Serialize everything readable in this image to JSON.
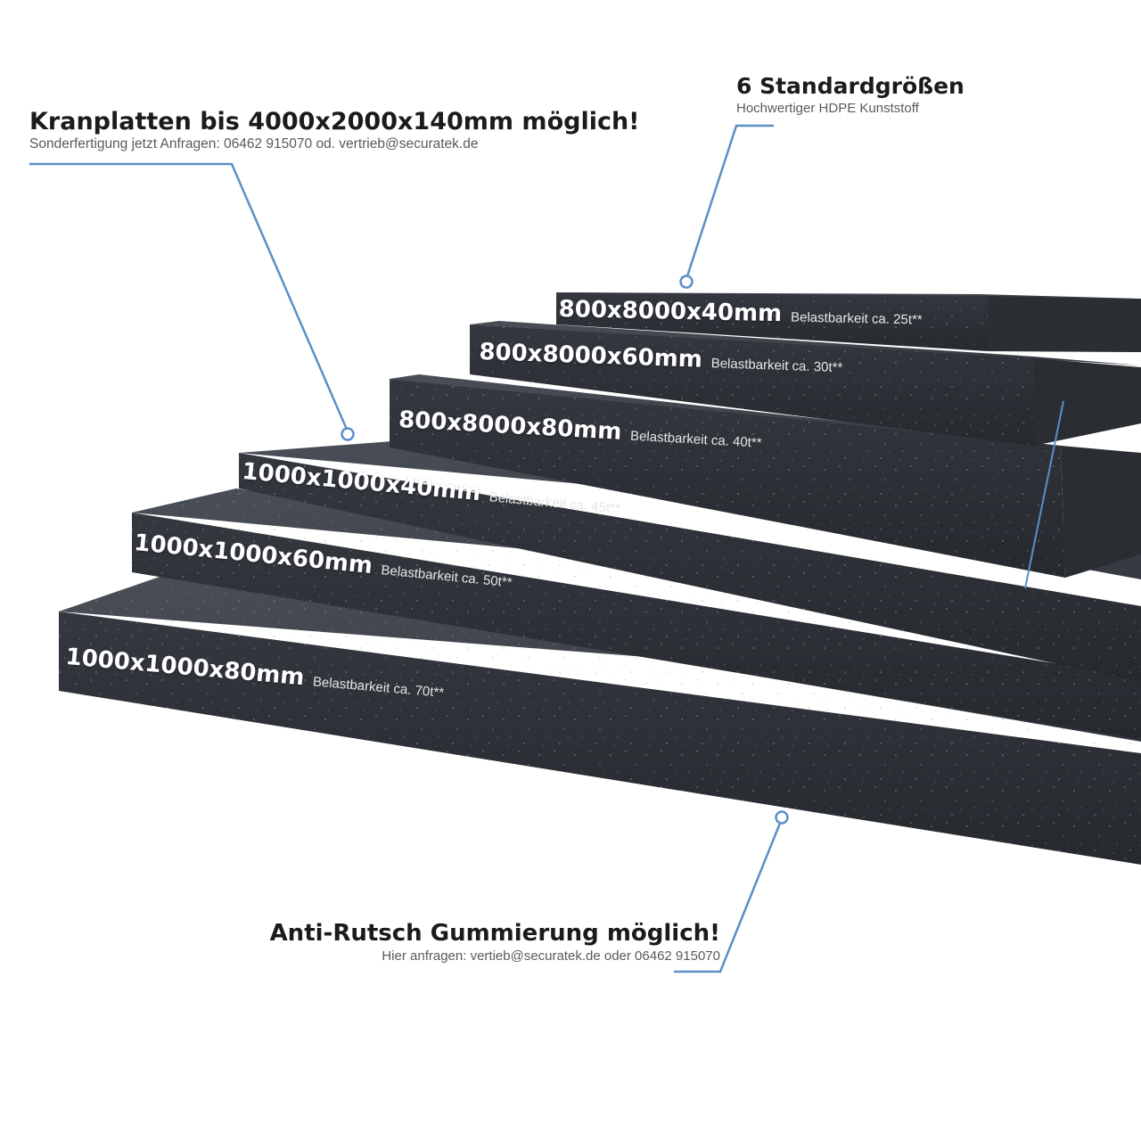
{
  "callouts": {
    "crane_plates": {
      "heading": "Kranplatten bis 4000x2000x140mm möglich!",
      "subtext": "Sonderfertigung jetzt Anfragen: 06462 915070 od. vertrieb@securatek.de"
    },
    "standard_sizes": {
      "heading": "6 Standardgrößen",
      "subtext": "Hochwertiger HDPE Kunststoff"
    },
    "anti_slip": {
      "heading": "Anti-Rutsch Gummierung möglich!",
      "subtext": "Hier anfragen: vertieb@securatek.de oder 06462 915070"
    }
  },
  "plates": [
    {
      "size": "800x8000x40mm",
      "capacity": "Belastbarkeit ca. 25t**"
    },
    {
      "size": "800x8000x60mm",
      "capacity": "Belastbarkeit ca. 30t**"
    },
    {
      "size": "800x8000x80mm",
      "capacity": "Belastbarkeit ca. 40t**"
    },
    {
      "size": "1000x1000x40mm",
      "capacity": "Belastbarkeit ca. 45t**"
    },
    {
      "size": "1000x1000x60mm",
      "capacity": "Belastbarkeit ca. 50t**"
    },
    {
      "size": "1000x1000x80mm",
      "capacity": "Belastbarkeit ca. 70t**"
    }
  ],
  "colors": {
    "leader_line": "#5b8fc8",
    "plate_top": "#3e4249",
    "plate_edge": "#2e3137",
    "heading_text": "#1b1b1b",
    "subtext": "#5a5a5a"
  }
}
